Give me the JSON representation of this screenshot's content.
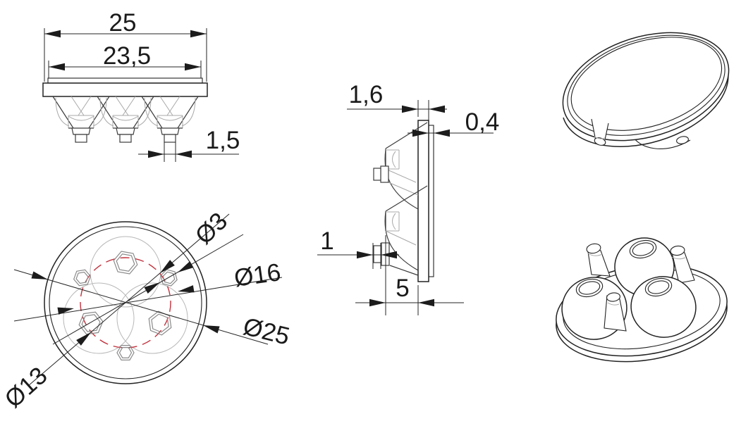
{
  "drawing": {
    "type": "technical-drawing",
    "subject": "triple-lens optic, 4 views",
    "colors": {
      "background": "#ffffff",
      "outline": "#222222",
      "detail_gray": "#a8a8a8",
      "centerline_red": "#c2323e",
      "text": "#1a1a1a"
    },
    "views": {
      "front": {
        "dims": {
          "overall_width": "25",
          "step_width": "23,5",
          "pin_width": "1,5"
        }
      },
      "side": {
        "dims": {
          "flange_thickness": "1,6",
          "step_thickness": "0,4",
          "pin_protrusion": "1",
          "lens_depth": "5"
        }
      },
      "plan": {
        "dims": {
          "pin_diameter": "Ø3",
          "lens_diameter": "Ø16",
          "outer_diameter": "Ø25",
          "pitch_circle_diameter": "Ø13"
        }
      }
    }
  }
}
